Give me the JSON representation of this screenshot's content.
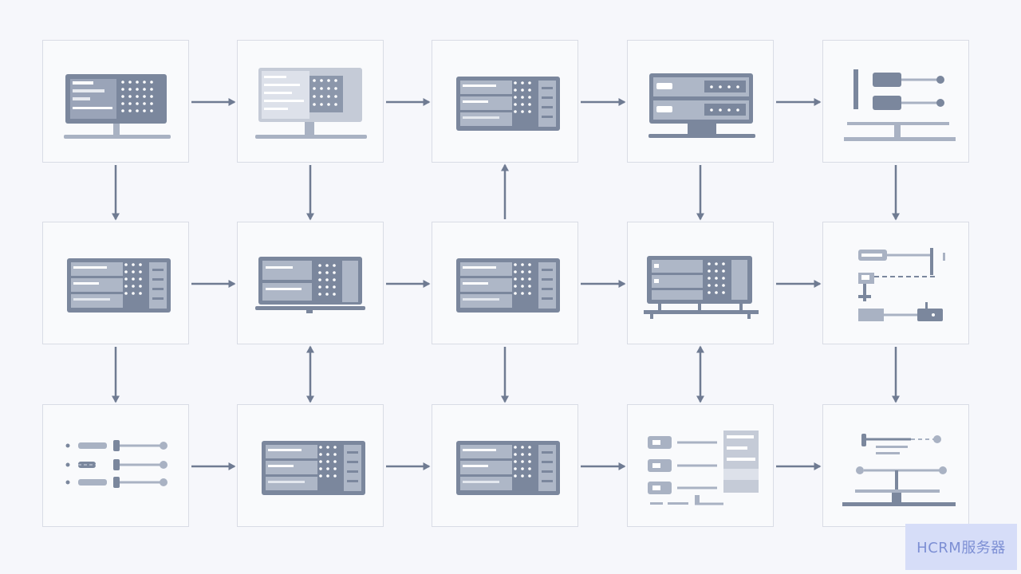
{
  "diagram": {
    "nodes": [
      {
        "id": "r1c1",
        "icon": "server-monitor-icon"
      },
      {
        "id": "r1c2",
        "icon": "server-monitor-light-icon"
      },
      {
        "id": "r1c3",
        "icon": "server-panel-icon"
      },
      {
        "id": "r1c4",
        "icon": "rack-server-monitor-icon"
      },
      {
        "id": "r1c5",
        "icon": "network-topology-icon"
      },
      {
        "id": "r2c1",
        "icon": "server-panel-icon"
      },
      {
        "id": "r2c2",
        "icon": "laptop-server-icon"
      },
      {
        "id": "r2c3",
        "icon": "server-panel-icon"
      },
      {
        "id": "r2c4",
        "icon": "server-workstation-icon"
      },
      {
        "id": "r2c5",
        "icon": "network-connection-icon"
      },
      {
        "id": "r3c1",
        "icon": "slider-settings-icon"
      },
      {
        "id": "r3c2",
        "icon": "server-panel-icon"
      },
      {
        "id": "r3c3",
        "icon": "server-panel-icon"
      },
      {
        "id": "r3c4",
        "icon": "data-list-icon"
      },
      {
        "id": "r3c5",
        "icon": "network-hub-icon"
      }
    ],
    "edges": [
      {
        "from": "r1c1",
        "to": "r1c2"
      },
      {
        "from": "r1c2",
        "to": "r1c3"
      },
      {
        "from": "r1c3",
        "to": "r1c4"
      },
      {
        "from": "r1c4",
        "to": "r1c5"
      },
      {
        "from": "r2c1",
        "to": "r2c2"
      },
      {
        "from": "r2c2",
        "to": "r2c3"
      },
      {
        "from": "r2c3",
        "to": "r2c4"
      },
      {
        "from": "r2c4",
        "to": "r2c5"
      },
      {
        "from": "r3c1",
        "to": "r3c2"
      },
      {
        "from": "r3c2",
        "to": "r3c3"
      },
      {
        "from": "r3c3",
        "to": "r3c4"
      },
      {
        "from": "r3c4",
        "to": "r3c5"
      },
      {
        "from": "r1c1",
        "to": "r2c1"
      },
      {
        "from": "r1c2",
        "to": "r2c2"
      },
      {
        "from": "r2c3",
        "to": "r1c3"
      },
      {
        "from": "r1c4",
        "to": "r2c4"
      },
      {
        "from": "r1c5",
        "to": "r2c5"
      },
      {
        "from": "r2c1",
        "to": "r3c1"
      },
      {
        "from": "r2c2",
        "to": "r3c2",
        "bidirectional": true
      },
      {
        "from": "r2c3",
        "to": "r3c3"
      },
      {
        "from": "r2c4",
        "to": "r3c4",
        "bidirectional": true
      },
      {
        "from": "r2c5",
        "to": "r3c5"
      }
    ]
  },
  "colors": {
    "dark": "#7b879d",
    "light": "#a9b2c3",
    "arrow": "#6f7b92",
    "node_border": "#d9dce5",
    "watermark_bg": "#d6ddf8",
    "watermark_text": "#7d8fd4"
  },
  "watermark": "HCRM服务器"
}
